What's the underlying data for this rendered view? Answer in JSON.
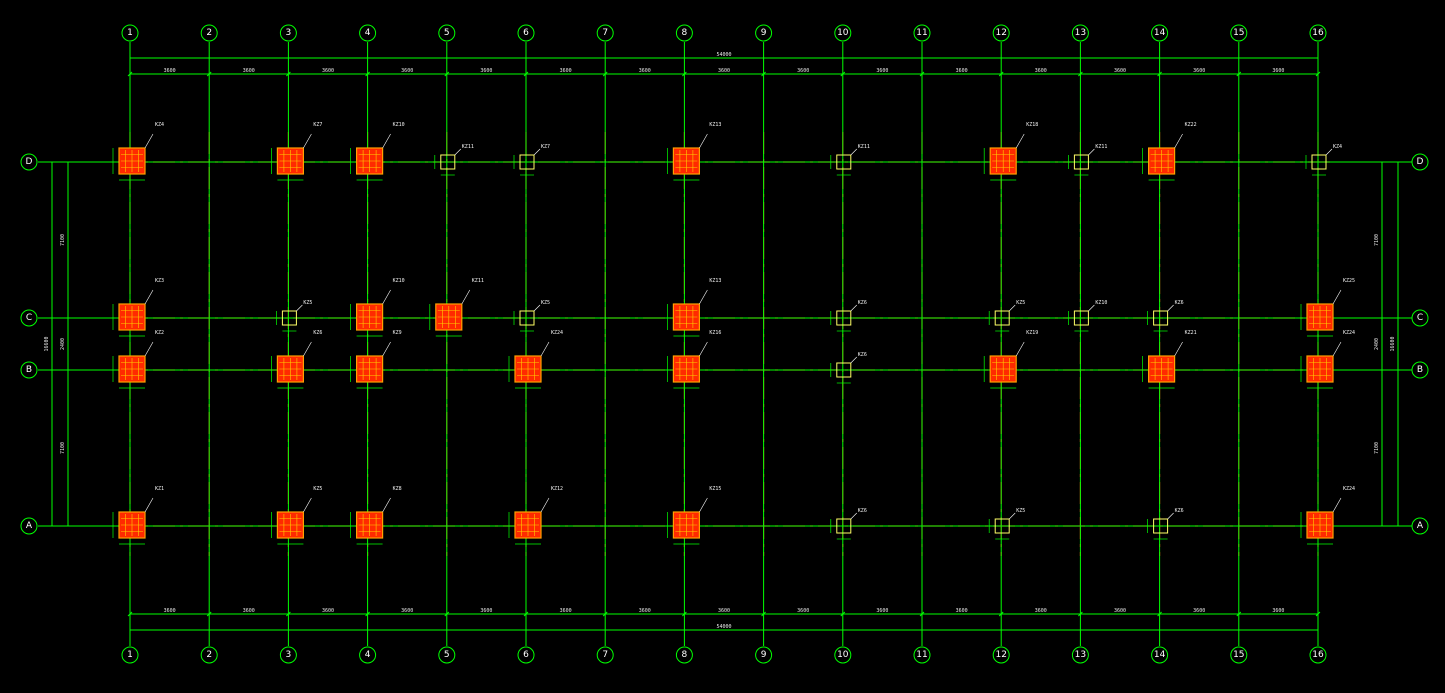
{
  "colors": {
    "background": "#000000",
    "grid_axis": "#00ff00",
    "beam_line": "#ff1a1a",
    "column_fill": "#ff2a00",
    "column_border": "#ffa000",
    "rebar": "#ffd000",
    "empty_column": "#ffff66",
    "text": "#ffffff"
  },
  "axes": {
    "columns": [
      "1",
      "2",
      "3",
      "4",
      "5",
      "6",
      "7",
      "8",
      "9",
      "10",
      "11",
      "12",
      "13",
      "14",
      "15",
      "16"
    ],
    "rows": [
      "D",
      "C",
      "B",
      "A"
    ]
  },
  "dimensions": {
    "total_x": "54000",
    "spans_x": [
      "3600",
      "3600",
      "3600",
      "3600",
      "3600",
      "3600",
      "3600",
      "3600",
      "3600",
      "3600",
      "3600",
      "3600",
      "3600",
      "3600",
      "3600"
    ],
    "total_y": "16600",
    "spans_y": [
      "7100",
      "2400",
      "7100"
    ]
  },
  "columns": [
    {
      "axis": "1",
      "row": "D",
      "label": "KZ4",
      "filled": true
    },
    {
      "axis": "3",
      "row": "D",
      "label": "KZ7",
      "filled": true
    },
    {
      "axis": "4",
      "row": "D",
      "label": "KZ10",
      "filled": true
    },
    {
      "axis": "5",
      "row": "D",
      "label": "KZ11",
      "filled": false
    },
    {
      "axis": "6",
      "row": "D",
      "label": "KZ7",
      "filled": false
    },
    {
      "axis": "8",
      "row": "D",
      "label": "KZ13",
      "filled": true
    },
    {
      "axis": "10",
      "row": "D",
      "label": "KZ11",
      "filled": false
    },
    {
      "axis": "12",
      "row": "D",
      "label": "KZ18",
      "filled": true
    },
    {
      "axis": "13",
      "row": "D",
      "label": "KZ11",
      "filled": false
    },
    {
      "axis": "14",
      "row": "D",
      "label": "KZ22",
      "filled": true
    },
    {
      "axis": "16",
      "row": "D",
      "label": "KZ4",
      "filled": false
    },
    {
      "axis": "1",
      "row": "C",
      "label": "KZ3",
      "filled": true
    },
    {
      "axis": "3",
      "row": "C",
      "label": "KZ5",
      "filled": false
    },
    {
      "axis": "4",
      "row": "C",
      "label": "KZ10",
      "filled": true
    },
    {
      "axis": "5",
      "row": "C",
      "label": "KZ11",
      "filled": true
    },
    {
      "axis": "6",
      "row": "C",
      "label": "KZ5",
      "filled": false
    },
    {
      "axis": "8",
      "row": "C",
      "label": "KZ13",
      "filled": true
    },
    {
      "axis": "10",
      "row": "C",
      "label": "KZ6",
      "filled": false
    },
    {
      "axis": "12",
      "row": "C",
      "label": "KZ5",
      "filled": false
    },
    {
      "axis": "13",
      "row": "C",
      "label": "KZ10",
      "filled": false
    },
    {
      "axis": "14",
      "row": "C",
      "label": "KZ6",
      "filled": false
    },
    {
      "axis": "16",
      "row": "C",
      "label": "KZ25",
      "filled": true
    },
    {
      "axis": "1",
      "row": "B",
      "label": "KZ2",
      "filled": true
    },
    {
      "axis": "3",
      "row": "B",
      "label": "KZ6",
      "filled": true
    },
    {
      "axis": "4",
      "row": "B",
      "label": "KZ9",
      "filled": true
    },
    {
      "axis": "6",
      "row": "B",
      "label": "KZ24",
      "filled": true
    },
    {
      "axis": "8",
      "row": "B",
      "label": "KZ16",
      "filled": true
    },
    {
      "axis": "10",
      "row": "B",
      "label": "KZ6",
      "filled": false
    },
    {
      "axis": "12",
      "row": "B",
      "label": "KZ19",
      "filled": true
    },
    {
      "axis": "14",
      "row": "B",
      "label": "KZ21",
      "filled": true
    },
    {
      "axis": "16",
      "row": "B",
      "label": "KZ24",
      "filled": true
    },
    {
      "axis": "1",
      "row": "A",
      "label": "KZ1",
      "filled": true
    },
    {
      "axis": "3",
      "row": "A",
      "label": "KZ5",
      "filled": true
    },
    {
      "axis": "4",
      "row": "A",
      "label": "KZ8",
      "filled": true
    },
    {
      "axis": "6",
      "row": "A",
      "label": "KZ12",
      "filled": true
    },
    {
      "axis": "8",
      "row": "A",
      "label": "KZ15",
      "filled": true
    },
    {
      "axis": "10",
      "row": "A",
      "label": "KZ6",
      "filled": false
    },
    {
      "axis": "12",
      "row": "A",
      "label": "KZ5",
      "filled": false
    },
    {
      "axis": "14",
      "row": "A",
      "label": "KZ6",
      "filled": false
    },
    {
      "axis": "16",
      "row": "A",
      "label": "KZ24",
      "filled": true
    }
  ]
}
